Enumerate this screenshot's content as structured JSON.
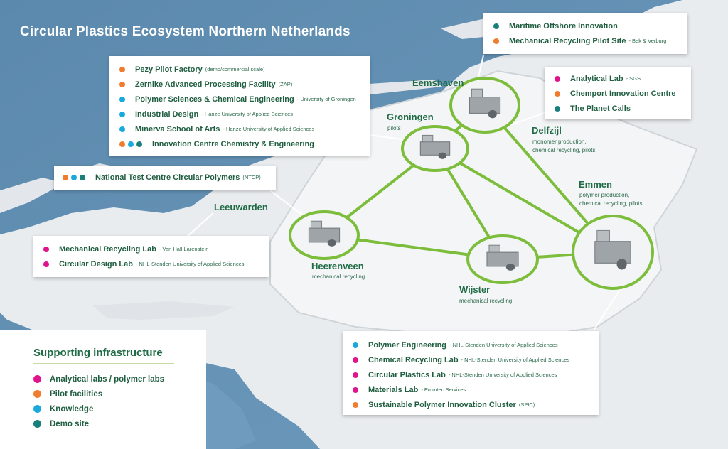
{
  "title": "Circular Plastics Ecosystem Northern Netherlands",
  "colors": {
    "analytical": "#e0138c",
    "pilot": "#ef7d2d",
    "knowledge": "#1ba8dd",
    "demo": "#187f7a",
    "network_line": "#7dbd3c",
    "sea": "#5f8fb3",
    "land": "#e9ecef"
  },
  "boxes": {
    "top_left": [
      {
        "dots": [
          "pilot"
        ],
        "name": "Pezy Pilot Factory",
        "note": "(demo/commercial scale)"
      },
      {
        "dots": [
          "pilot"
        ],
        "name": "Zernike Advanced Processing Facility",
        "note": "(ZAP)"
      },
      {
        "dots": [
          "knowledge"
        ],
        "name": "Polymer Sciences & Chemical Engineering",
        "note": "- University of Groningen"
      },
      {
        "dots": [
          "knowledge"
        ],
        "name": "Industrial Design",
        "note": "- Hanze University of Applied Sciences"
      },
      {
        "dots": [
          "knowledge"
        ],
        "name": "Minerva School of Arts",
        "note": "- Hanze University of Applied Sciences"
      },
      {
        "dots": [
          "pilot",
          "knowledge",
          "demo"
        ],
        "name": "Innovation Centre Chemistry & Engineering",
        "note": ""
      }
    ],
    "top_right": [
      {
        "dots": [
          "demo"
        ],
        "name": "Maritime Offshore Innovation",
        "note": ""
      },
      {
        "dots": [
          "pilot"
        ],
        "name": "Mechanical Recycling Pilot Site",
        "note": "- Bek & Verburg"
      }
    ],
    "delfzijl": [
      {
        "dots": [
          "analytical"
        ],
        "name": "Analytical Lab",
        "note": "- SGS"
      },
      {
        "dots": [
          "pilot"
        ],
        "name": "Chemport Innovation Centre",
        "note": ""
      },
      {
        "dots": [
          "demo"
        ],
        "name": "The Planet Calls",
        "note": ""
      }
    ],
    "ntcp": [
      {
        "dots": [
          "pilot",
          "knowledge",
          "demo"
        ],
        "name": "National Test Centre Circular Polymers",
        "note": "(NTCP)"
      }
    ],
    "leeuwarden": [
      {
        "dots": [
          "analytical"
        ],
        "name": "Mechanical Recycling Lab",
        "note": "- Van Hall Larenstein"
      },
      {
        "dots": [
          "analytical"
        ],
        "name": "Circular Design Lab",
        "note": "- NHL-Stenden University of Applied Sciences"
      }
    ],
    "emmen": [
      {
        "dots": [
          "knowledge"
        ],
        "name": "Polymer Engineering",
        "note": "- NHL-Stenden University of Applied Sciences"
      },
      {
        "dots": [
          "analytical"
        ],
        "name": "Chemical Recycling Lab",
        "note": "- NHL-Stenden University of Applied Sciences"
      },
      {
        "dots": [
          "analytical"
        ],
        "name": "Circular Plastics Lab",
        "note": "- NHL-Stenden University of Applied Sciences"
      },
      {
        "dots": [
          "analytical"
        ],
        "name": "Materials Lab",
        "note": "- Emmtec Services"
      },
      {
        "dots": [
          "pilot"
        ],
        "name": "Sustainable Polymer Innovation Cluster",
        "note": "(SPIC)"
      }
    ]
  },
  "cities": {
    "eemshaven": {
      "name": "Eemshaven",
      "desc": ""
    },
    "groningen": {
      "name": "Groningen",
      "desc": "pilots"
    },
    "delfzijl": {
      "name": "Delfzijl",
      "desc": "monomer production,\nchemical recycling, pilots"
    },
    "emmen": {
      "name": "Emmen",
      "desc": "polymer production,\nchemical recycling, pilots"
    },
    "leeuwarden": {
      "name": "Leeuwarden",
      "desc": ""
    },
    "heerenveen": {
      "name": "Heerenveen",
      "desc": "mechanical recycling"
    },
    "wijster": {
      "name": "Wijster",
      "desc": "mechanical recycling"
    }
  },
  "legend": {
    "title": "Supporting infrastructure",
    "items": [
      {
        "color": "analytical",
        "label": "Analytical labs / polymer labs"
      },
      {
        "color": "pilot",
        "label": "Pilot facilities"
      },
      {
        "color": "knowledge",
        "label": "Knowledge"
      },
      {
        "color": "demo",
        "label": "Demo site"
      }
    ]
  }
}
